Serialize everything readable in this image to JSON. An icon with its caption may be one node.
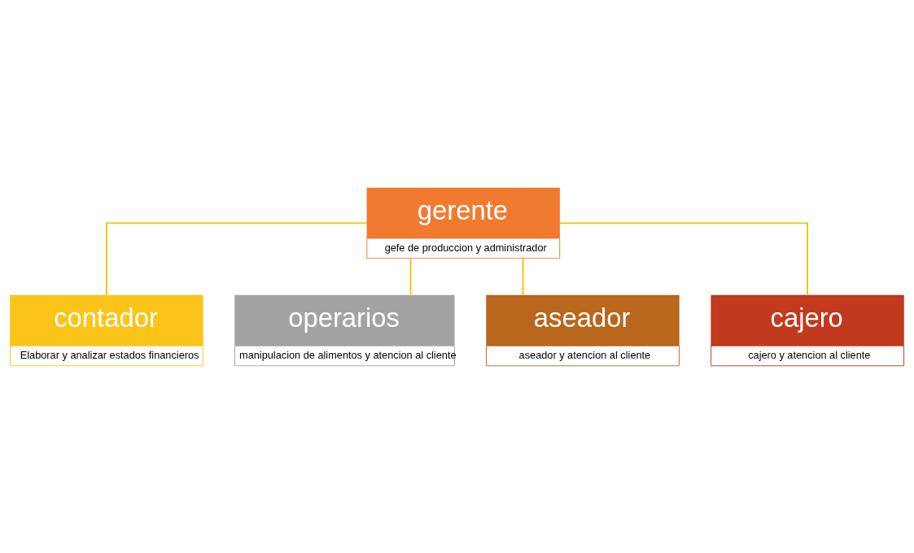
{
  "diagram": {
    "nodes": [
      {
        "text": [
          "gerente",
          "gefe de produccion y administrador"
        ]
      },
      {
        "text": [
          "contador",
          "Elaborar y analizar estados financieros"
        ]
      },
      {
        "text": [
          "operarios",
          "manipulacion de alimentos y atencion al cliente"
        ]
      },
      {
        "text": [
          "aseador",
          "aseador y atencion al cliente"
        ]
      },
      {
        "text": [
          "cajero",
          "cajero y atencion al cliente"
        ]
      }
    ],
    "edges": [
      {
        "from": 0,
        "to": 1,
        "arrow": "none"
      },
      {
        "from": 0,
        "to": 2,
        "arrow": "none"
      },
      {
        "from": 0,
        "to": 3,
        "arrow": "none"
      },
      {
        "from": 0,
        "to": 4,
        "arrow": "none"
      }
    ]
  }
}
